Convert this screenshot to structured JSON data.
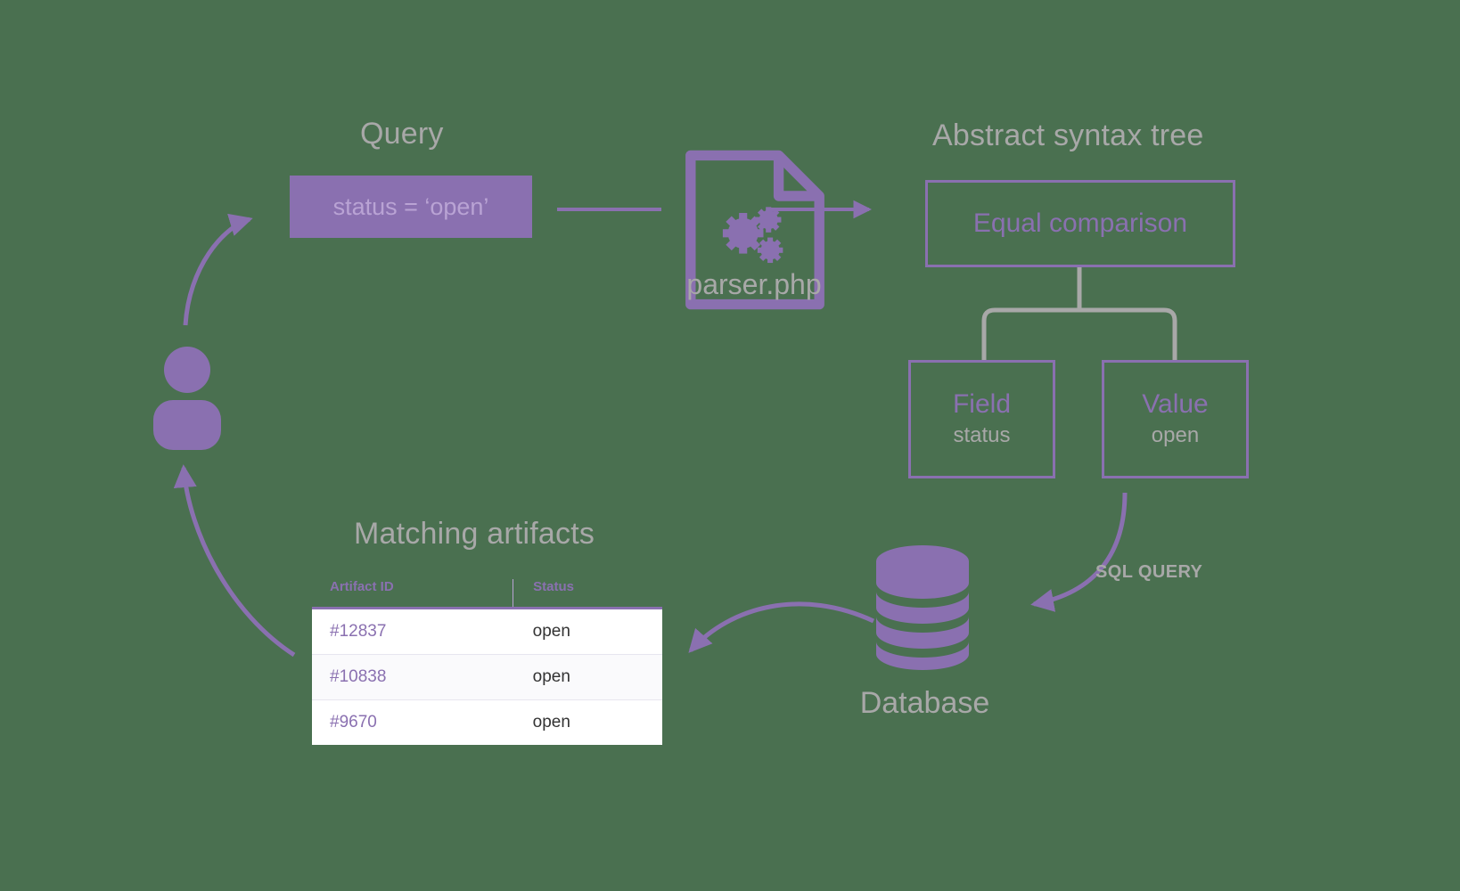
{
  "diagram": {
    "background_color": "#4a7050",
    "accent_color": "#8a70b0",
    "muted_color": "#a8a8a8"
  },
  "query": {
    "title": "Query",
    "value": "status = ‘open’"
  },
  "parser": {
    "label": "parser.php",
    "icon": "file-gears-icon"
  },
  "ast": {
    "title": "Abstract syntax tree",
    "root": {
      "label": "Equal comparison"
    },
    "children": [
      {
        "label": "Field",
        "value": "status"
      },
      {
        "label": "Value",
        "value": "open"
      }
    ]
  },
  "database": {
    "label": "Database",
    "icon": "database-cylinder-icon",
    "incoming_edge_label": "SQL QUERY"
  },
  "results": {
    "title": "Matching artifacts",
    "columns": [
      "Artifact ID",
      "Status"
    ],
    "rows": [
      {
        "id": "#12837",
        "status": "open"
      },
      {
        "id": "#10838",
        "status": "open"
      },
      {
        "id": "#9670",
        "status": "open"
      }
    ]
  },
  "actor": {
    "icon": "user-icon"
  }
}
